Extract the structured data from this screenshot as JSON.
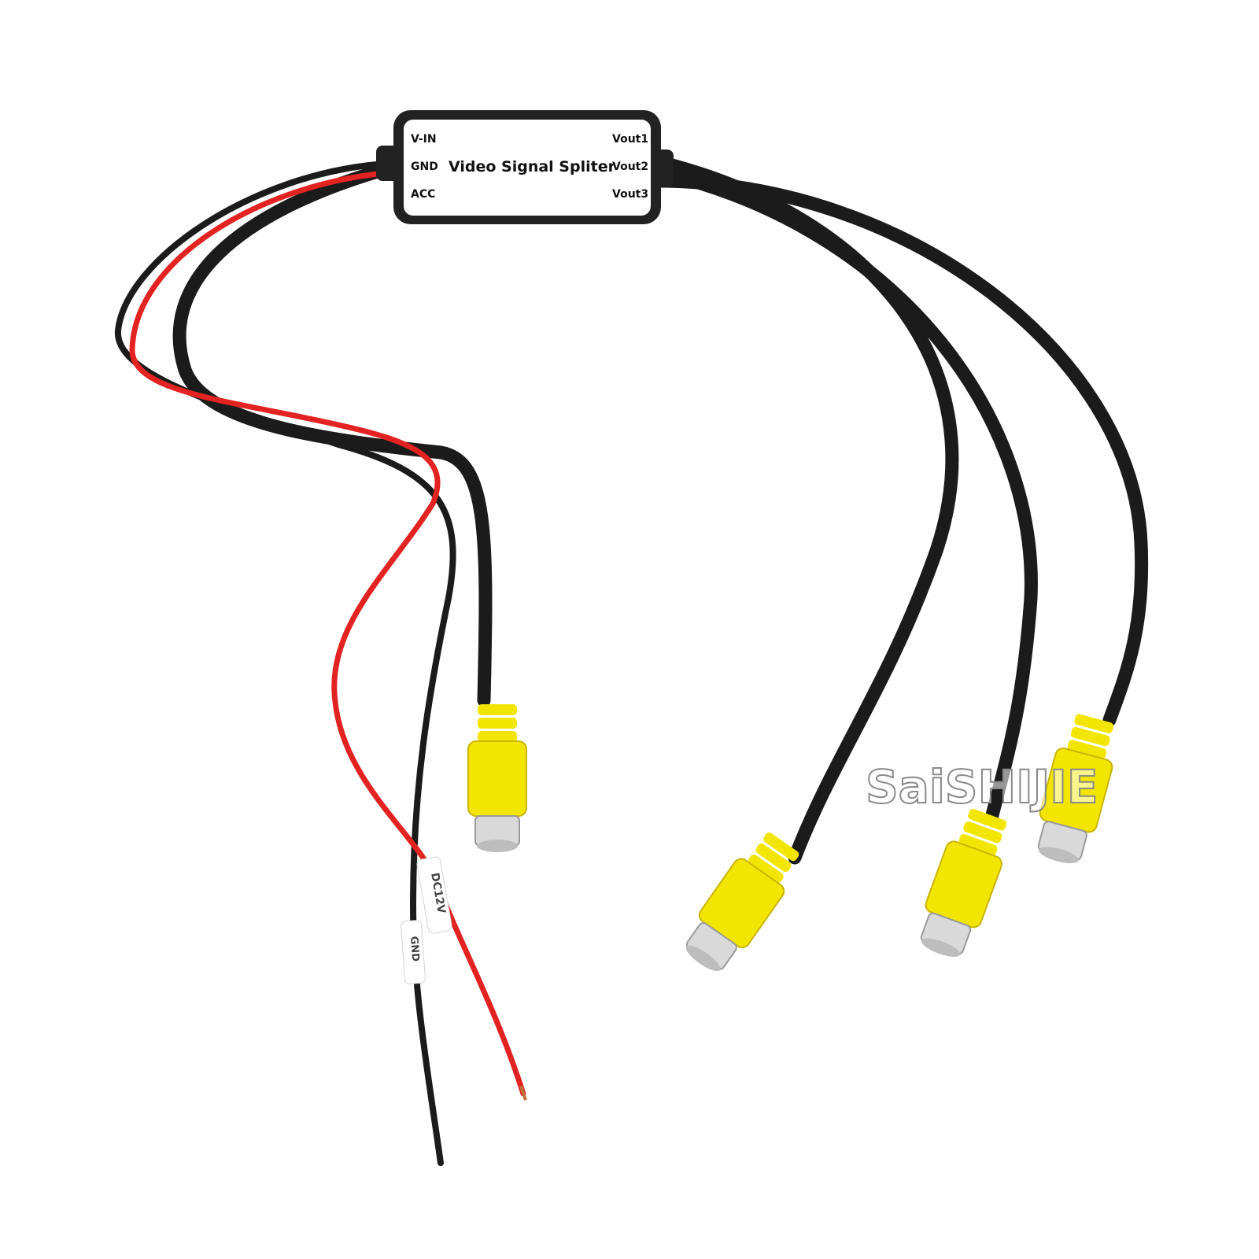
{
  "product": {
    "title": "Video Signal Spliter",
    "inputs": {
      "vin": "V-IN",
      "gnd": "GND",
      "acc": "ACC"
    },
    "outputs": {
      "vout1": "Vout1",
      "vout2": "Vout2",
      "vout3": "Vout3"
    }
  },
  "wire_tags": {
    "power": "DC12V",
    "ground": "GND"
  },
  "watermark": "SaiSHIJIE",
  "colors": {
    "cable": "#1b1b1b",
    "red_wire": "#e32222",
    "connector_yellow": "#f2e600",
    "connector_shadow": "#c9b400",
    "metal": "#d9d9d9",
    "box_body": "#222222",
    "label_bg": "#ffffff"
  }
}
